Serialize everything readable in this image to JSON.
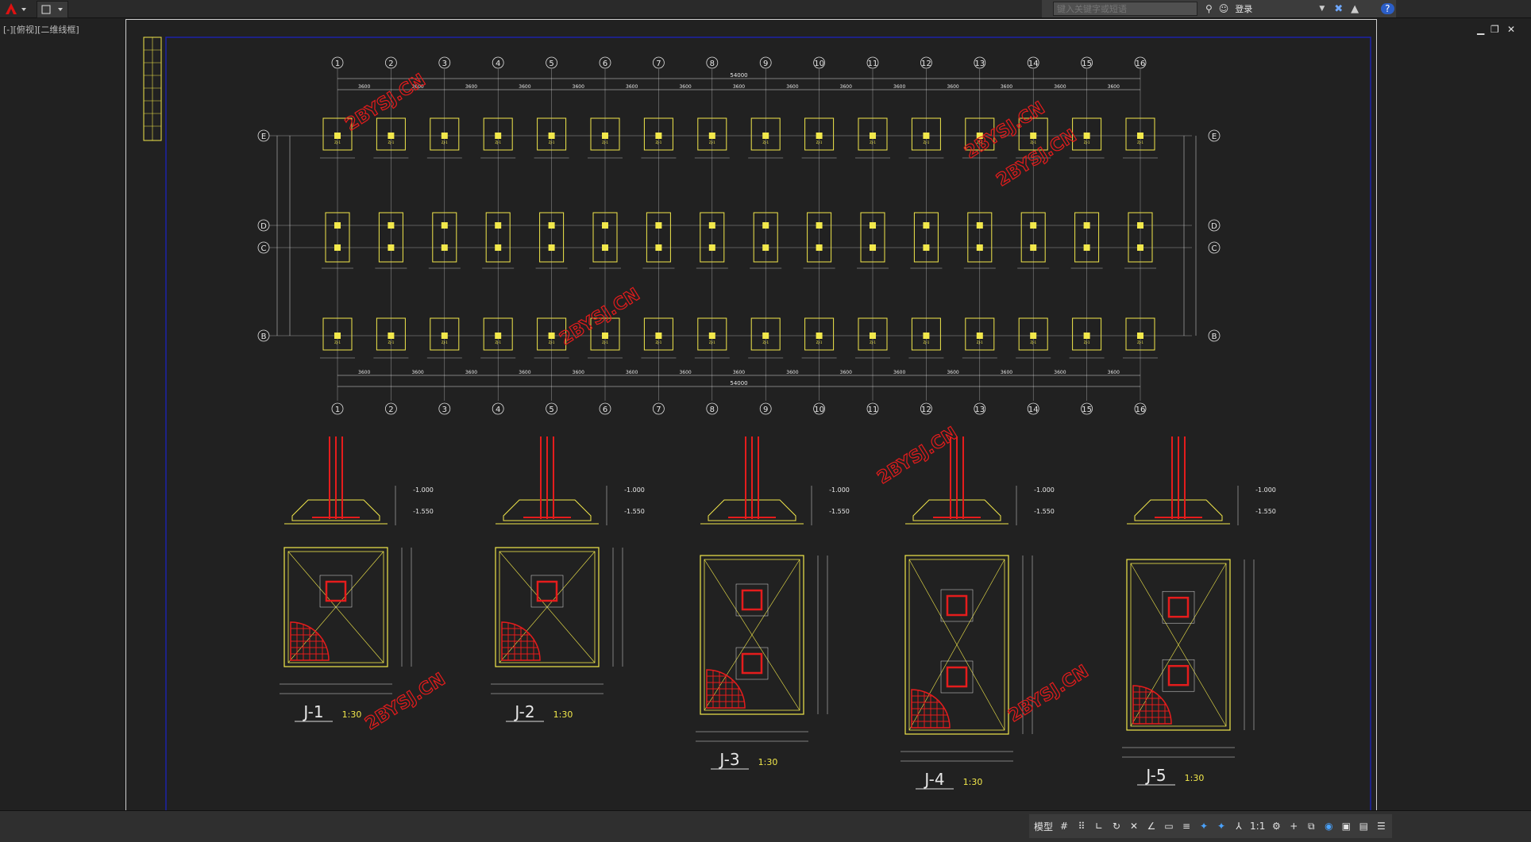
{
  "search": {
    "placeholder": "键入关键字或短语",
    "login": "登录"
  },
  "view": {
    "label": "[-][俯视][二维线框]"
  },
  "plan": {
    "axes_top": [
      "1",
      "2",
      "3",
      "4",
      "5",
      "6",
      "7",
      "8",
      "9",
      "10",
      "11",
      "12",
      "13",
      "14",
      "15",
      "16"
    ],
    "rows": [
      "E",
      "D",
      "C",
      "B"
    ],
    "total_dim": "54000",
    "bay_dim": "3600",
    "footing_label": "ZJ-1"
  },
  "details": [
    {
      "title": "J-1",
      "scale": "1:30"
    },
    {
      "title": "J-2",
      "scale": "1:30"
    },
    {
      "title": "J-3",
      "scale": "1:30"
    },
    {
      "title": "J-4",
      "scale": "1:30"
    },
    {
      "title": "J-5",
      "scale": "1:30"
    }
  ],
  "levels": {
    "top": "-1.000",
    "bottom": "-1.550"
  },
  "watermark": "2BYSJ.CN",
  "status": {
    "model": "模型",
    "scale": "1:1"
  },
  "colors": {
    "yellow": "#f2e84b",
    "red": "#e51c1c",
    "frame": "#1c23a8"
  }
}
